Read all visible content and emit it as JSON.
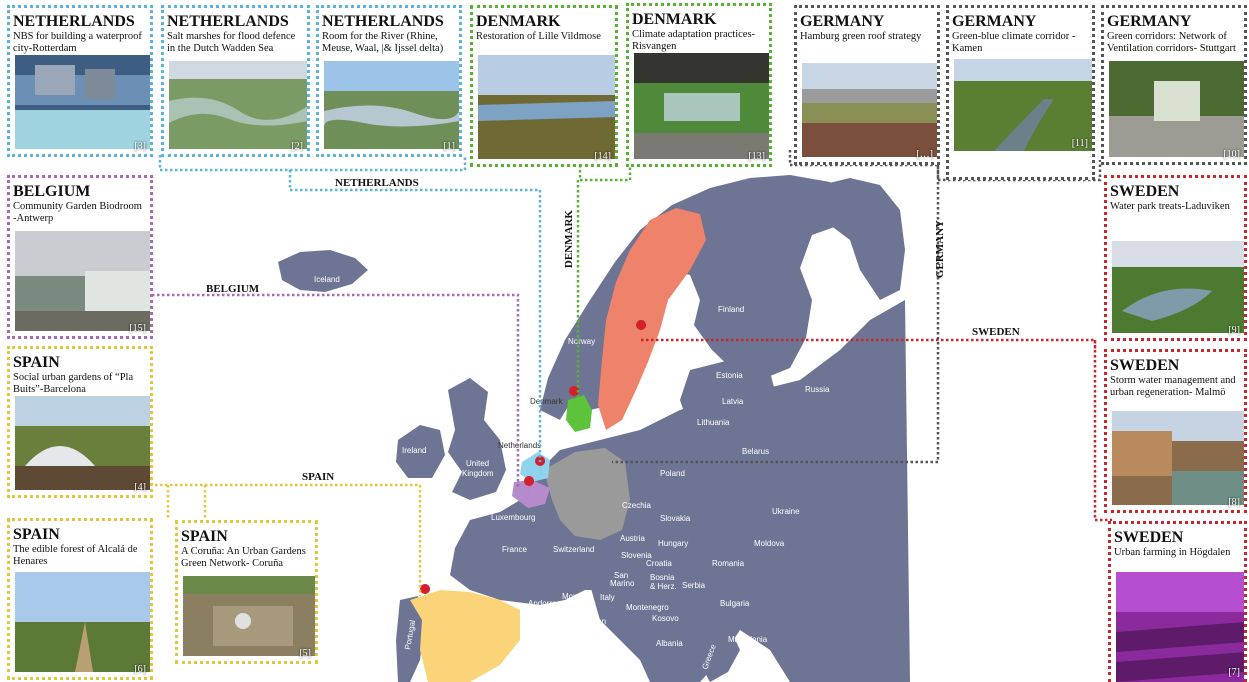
{
  "colors": {
    "netherlands": "#5ab4d8",
    "denmark": "#57b233",
    "germany": "#555555",
    "sweden": "#c8262b",
    "belgium": "#a66bb4",
    "spain": "#e5c53a",
    "land": "#6e7493",
    "sweden_fill": "#ee826a",
    "spain_fill": "#fbd47a",
    "germany_fill": "#9a9a9a",
    "denmark_fill": "#5cc33a",
    "nl_fill": "#8fd3ee",
    "be_fill": "#b58bcc"
  },
  "line_labels": {
    "netherlands": "NETHERLANDS",
    "denmark": "DENMARK",
    "germany": "GERMANY",
    "sweden": "SWEDEN",
    "belgium": "BELGIUM",
    "spain": "SPAIN"
  },
  "map_labels": {
    "iceland": "Iceland",
    "norway": "Norway",
    "finland": "Finland",
    "estonia": "Estonia",
    "latvia": "Latvia",
    "lithuania": "Lithuania",
    "russia": "Russia",
    "belarus": "Belarus",
    "denmark": "Denmark",
    "netherlands": "Netherlands",
    "ireland": "Ireland",
    "united": "United",
    "kingdom": "Kingdom",
    "luxembourg": "Luxembourg",
    "france": "France",
    "switzerland": "Switzerland",
    "poland": "Poland",
    "czechia": "Czechia",
    "slovakia": "Slovakia",
    "austria": "Austria",
    "hungary": "Hungary",
    "ukraine": "Ukraine",
    "moldova": "Moldova",
    "slovenia": "Slovenia",
    "croatia": "Croatia",
    "romania": "Romania",
    "san": "San",
    "marino": "Marino",
    "bosnia": "Bosnia",
    "herz": "& Herz.",
    "serbia": "Serbia",
    "andorra": "Andorra",
    "monaco": "Monaco",
    "italy": "Italy",
    "montenegro": "Montenegro",
    "kosovo": "Kosovo",
    "bulgaria": "Bulgaria",
    "vatican": "Vatican",
    "albania": "Albania",
    "macedonia": "Macedonia",
    "portugal": "Portugal",
    "greece": "Greece"
  },
  "cards": [
    {
      "id": "nl-3",
      "country": "NETHERLANDS",
      "desc": "NBS for building a waterproof city-Rotterdam",
      "ref": "[3]"
    },
    {
      "id": "nl-2",
      "country": "NETHERLANDS",
      "desc": "Salt marshes for flood defence in the Dutch Wadden Sea",
      "ref": "[2]"
    },
    {
      "id": "nl-1",
      "country": "NETHERLANDS",
      "desc": "Room for the River (Rhine, Meuse, Waal, |& Ijssel delta)",
      "ref": "[1]"
    },
    {
      "id": "dk-14",
      "country": "DENMARK",
      "desc": "Restoration of Lille Vildmose",
      "ref": "[14]"
    },
    {
      "id": "dk-13",
      "country": "DENMARK",
      "desc": "Climate adaptation practices-Risvangen",
      "ref": "[13]"
    },
    {
      "id": "de-h",
      "country": "GERMANY",
      "desc": "Hamburg green roof strategy",
      "ref": "[…]"
    },
    {
      "id": "de-11",
      "country": "GERMANY",
      "desc": "Green-blue climate corridor - Kamen",
      "ref": "[11]"
    },
    {
      "id": "de-10",
      "country": "GERMANY",
      "desc": "Green corridors: Network of Ventilation corridors- Stuttgart",
      "ref": "[10]"
    },
    {
      "id": "be-15",
      "country": "BELGIUM",
      "desc": "Community Garden Biodroom -Antwerp",
      "ref": "[15]"
    },
    {
      "id": "se-9",
      "country": "SWEDEN",
      "desc": "Water park treats-Laduviken",
      "ref": "[9]"
    },
    {
      "id": "es-4",
      "country": "SPAIN",
      "desc": "Social urban gardens of “Pla Buits”-Barcelona",
      "ref": "[4]"
    },
    {
      "id": "se-8",
      "country": "SWEDEN",
      "desc": "Storm water management and urban regeneration- Malmö",
      "ref": "[8]"
    },
    {
      "id": "es-6",
      "country": "SPAIN",
      "desc": "The edible forest of Alcalá de Henares",
      "ref": "[6]"
    },
    {
      "id": "es-5",
      "country": "SPAIN",
      "desc": "A Coruña: An Urban Gardens Green Network- Coruña",
      "ref": "[5]"
    },
    {
      "id": "se-7",
      "country": "SWEDEN",
      "desc": "Urban farming in Högdalen",
      "ref": "[7]"
    }
  ]
}
